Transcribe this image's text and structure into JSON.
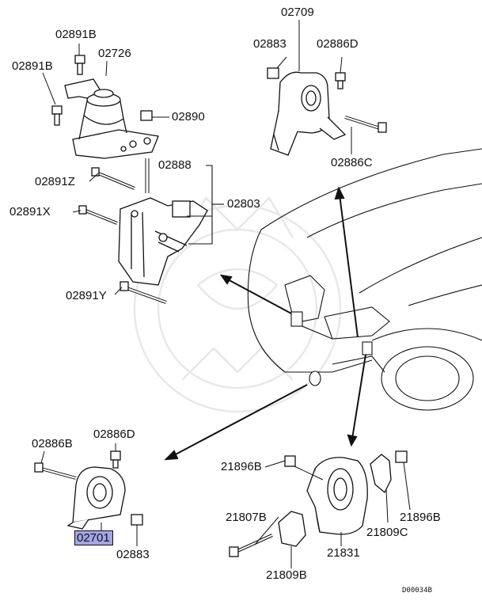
{
  "diagram": {
    "code": "D00034B",
    "highlighted_part": "02701",
    "highlight_color": "#a3a6e6",
    "line_color": "#111111",
    "watermark_color": "#ececec"
  },
  "labels": {
    "p02891B_top": "02891B",
    "p02726": "02726",
    "p02891B_left": "02891B",
    "p02890": "02890",
    "p02888": "02888",
    "p02891Z": "02891Z",
    "p02803": "02803",
    "p02891X": "02891X",
    "p02891Y": "02891Y",
    "p02709": "02709",
    "p02883_top": "02883",
    "p02886D_top": "02886D",
    "p02886C": "02886C",
    "p02886B": "02886B",
    "p02886D_bottom": "02886D",
    "p02701": "02701",
    "p02883_bottom": "02883",
    "p21896B_left": "21896B",
    "p21896B_right": "21896B",
    "p21807B": "21807B",
    "p21809C": "21809C",
    "p21831": "21831",
    "p21809B": "21809B"
  }
}
